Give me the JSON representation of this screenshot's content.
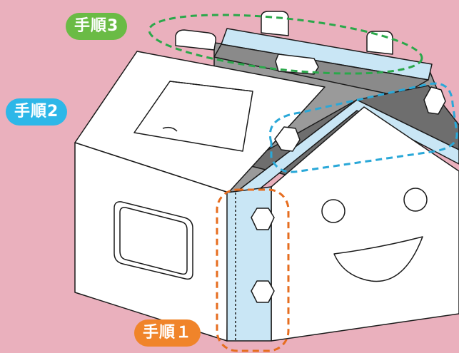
{
  "steps": {
    "step1": {
      "label": "手順１",
      "color": "#f0842a"
    },
    "step2": {
      "label": "手順2",
      "color": "#2db7e8"
    },
    "step3": {
      "label": "手順3",
      "color": "#6abb45"
    }
  },
  "colors": {
    "background": "#eab0bd",
    "panel": "#ffffff",
    "fold_tab": "#c9e6f5",
    "interior": "#9a9a9a",
    "outline": "#1a1a1a"
  },
  "icons": [
    "house-papercraft-illustration",
    "smiley-face-icon"
  ]
}
